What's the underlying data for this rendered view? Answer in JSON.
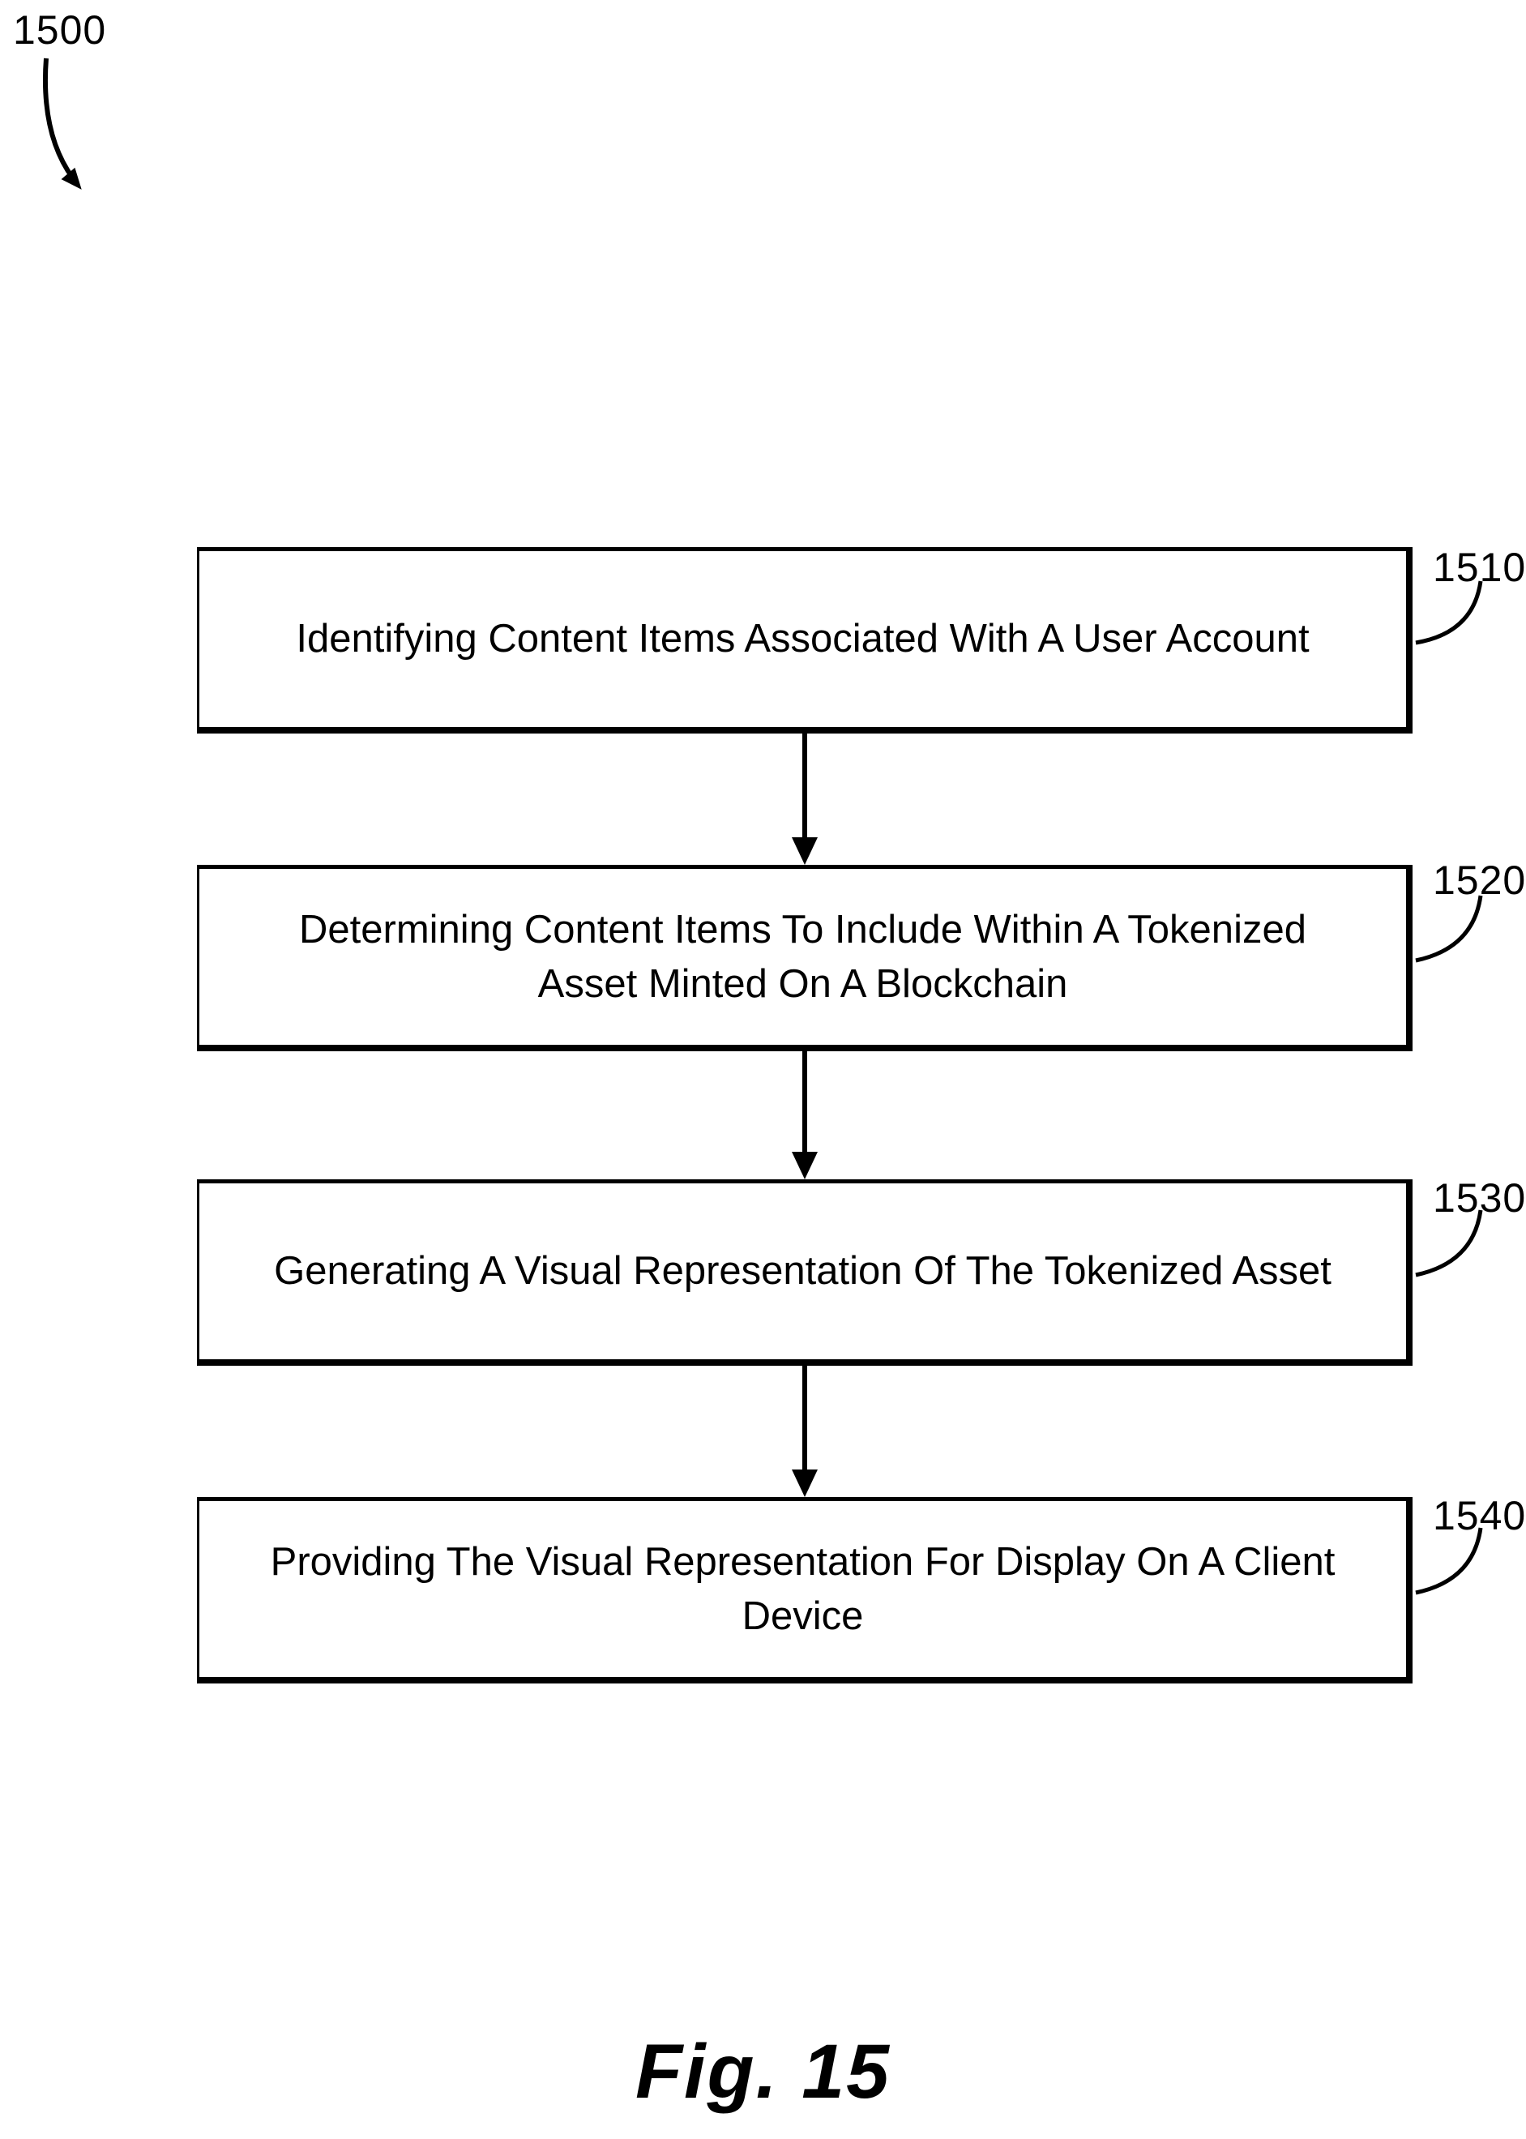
{
  "figure": {
    "reference": "1500",
    "caption": "Fig. 15",
    "ink_color": "#000000",
    "background_color": "#ffffff"
  },
  "steps": [
    {
      "ref": "1510",
      "text": "Identifying Content Items Associated With A User Account"
    },
    {
      "ref": "1520",
      "text": "Determining Content Items To Include Within A Tokenized Asset Minted On A Blockchain"
    },
    {
      "ref": "1530",
      "text": "Generating A Visual Representation Of The Tokenized Asset"
    },
    {
      "ref": "1540",
      "text": "Providing The Visual Representation For Display On A Client Device"
    }
  ]
}
